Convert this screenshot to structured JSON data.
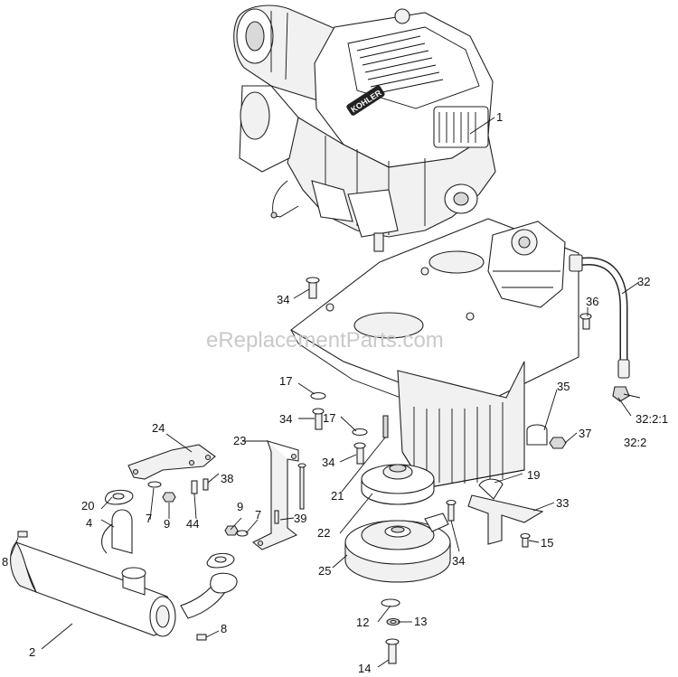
{
  "watermark": "eReplacementParts.com",
  "engine_brand": "KOHLER",
  "callouts": {
    "c1": "1",
    "c2": "2",
    "c4": "4",
    "c7a": "7",
    "c7b": "7",
    "c8a": "8",
    "c8b": "8",
    "c9a": "9",
    "c9b": "9",
    "c12": "12",
    "c13": "13",
    "c14": "14",
    "c15": "15",
    "c17a": "17",
    "c17b": "17",
    "c19": "19",
    "c20": "20",
    "c21": "21",
    "c22": "22",
    "c23": "23",
    "c24": "24",
    "c25": "25",
    "c32": "32",
    "c32_2_1": "32:2:1",
    "c32_2": "32:2",
    "c33": "33",
    "c34a": "34",
    "c34b": "34",
    "c34c": "34",
    "c34d": "34",
    "c35": "35",
    "c36": "36",
    "c37": "37",
    "c38": "38",
    "c39": "39",
    "c44": "44"
  }
}
